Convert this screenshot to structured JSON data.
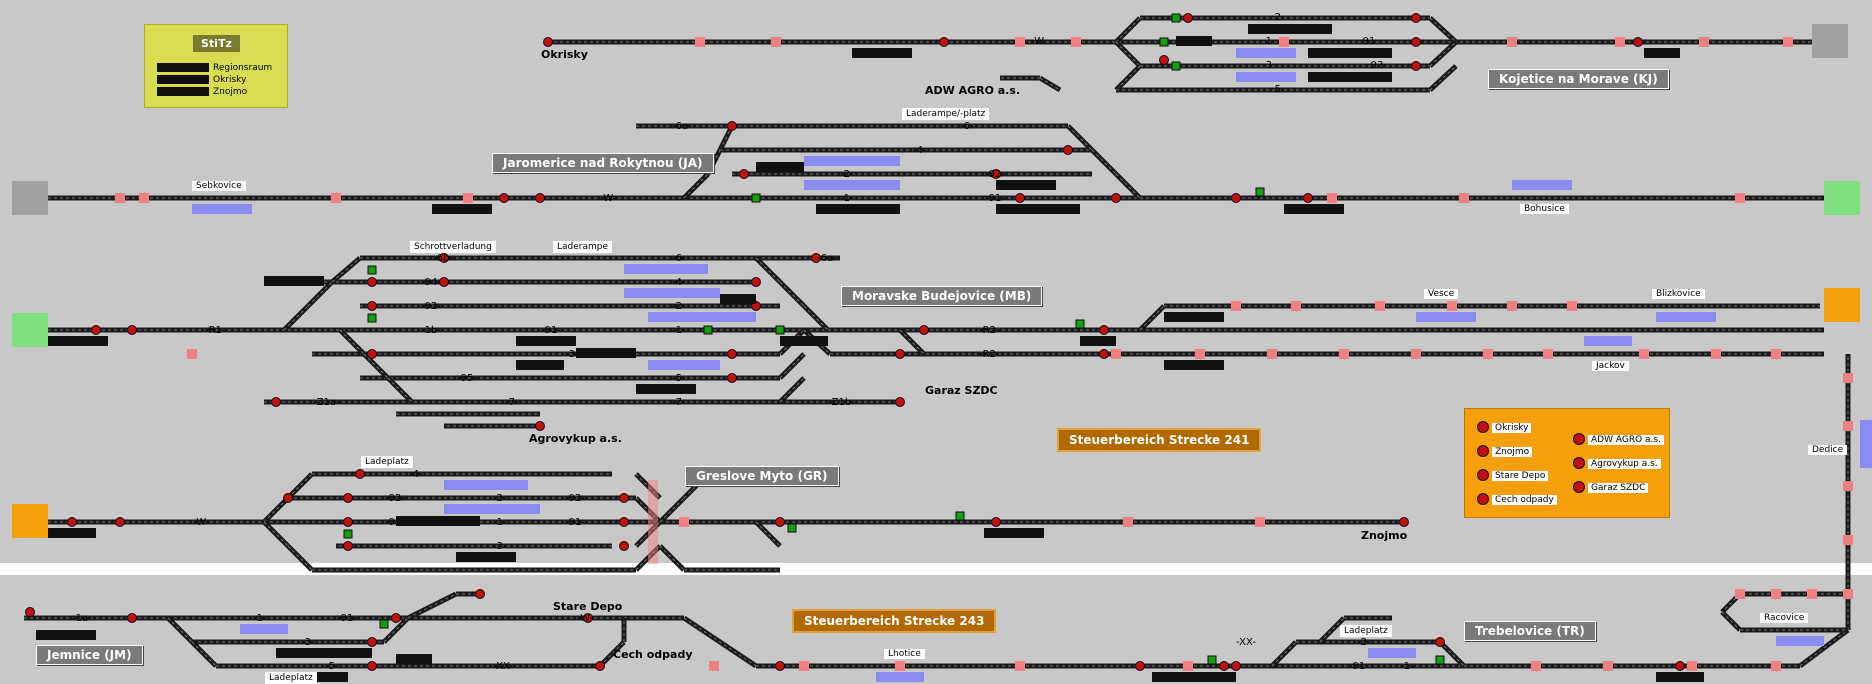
{
  "legend": {
    "title": "StiTz",
    "items": [
      "Regionsraum",
      "Okrisky",
      "Znojmo"
    ]
  },
  "stations": {
    "jaromerice": "Jaromerice nad Rokytnou (JA)",
    "moravske": "Moravske Budejovice (MB)",
    "greslove": "Greslove Myto (GR)",
    "jemnice": "Jemnice (JM)",
    "trebelovice": "Trebelovice (TR)",
    "kojetice": "Kojetice na Morave (KJ)"
  },
  "sections": {
    "s241": "Steuerbereich Strecke 241",
    "s243": "Steuerbereich Strecke 243"
  },
  "places": {
    "okrisky": "Okrisky",
    "adw": "ADW AGRO a.s.",
    "agrovykup": "Agrovykup a.s.",
    "garaz": "Garaz SZDC",
    "znojmo": "Znojmo",
    "stare_depo": "Stare Depo",
    "cech": "Cech odpady"
  },
  "stops": {
    "sebkovice": "Sebkovice",
    "bohusice": "Bohusice",
    "vesce": "Vesce",
    "blizkovice": "Blizkovice",
    "jackov": "Jackov",
    "dedice": "Dedice",
    "racovice": "Racovice",
    "lhotice": "Lhotice"
  },
  "platforms": {
    "laderampe_platz": "Laderampe/-platz",
    "schrottverladung": "Schrottverladung",
    "laderampe": "Laderampe",
    "ladeplatz_gr": "Ladeplatz",
    "ladeplatz_jm": "Ladeplatz",
    "ladeplatz_tr": "Ladeplatz"
  },
  "industry_panel": {
    "left": [
      "Okrisky",
      "Znojmo",
      "Stare Depo",
      "Cech odpady"
    ],
    "right": [
      "ADW AGRO a.s.",
      "Agrovykup a.s.",
      "Garaz SZDC"
    ]
  },
  "track_labels": {
    "kj_w": "-W-",
    "kj_2": "-2-",
    "kj_91": "-91-",
    "kj_1": "-1-",
    "kj_93": "-93-",
    "kj_3": "-3-",
    "kj_5": "-5-",
    "ja_6a": "-6a-",
    "ja_6": "-6-",
    "ja_4": "-4-",
    "ja_2": "-2-",
    "ja_92": "-92-",
    "ja_w": "-W-",
    "ja_1": "-1-",
    "ja_91": "-91-",
    "mb_6b": "-6b-",
    "mb_6": "-6-",
    "mb_6a": "-6a-",
    "mb_94": "-94-",
    "mb_4": "-4-",
    "mb_92": "-92-",
    "mb_2": "-2-",
    "mb_r1": "-R1-",
    "mb_1b": "-1b-",
    "mb_91": "-91-",
    "mb_1": "-1-",
    "mb_r2a": "-R2-",
    "mb_r2b": "-R2-",
    "mb_3": "-3-",
    "mb_95": "-95-",
    "mb_5": "-5-",
    "mb_z1a": "-Z1a-",
    "mb_7a": "-7-",
    "mb_7b": "-7-",
    "mb_z1b": "-Z1b-",
    "gr_4": "-4-",
    "gr_92": "-92-",
    "gr_2": "-2-",
    "gr_92b": "-92-",
    "gr_w": "-W-",
    "gr_91": "-91-",
    "gr_1": "-1-",
    "gr_91b": "-91-",
    "gr_3": "-3-",
    "jm_1a": "-1a-",
    "jm_1": "-1-",
    "jm_91": "-91-",
    "jm_3": "-3-",
    "jm_5": "-5-",
    "jm_w": "-W-",
    "jm_xx": "-XX-",
    "tr_xx": "-XX-",
    "tr_2": "-2-",
    "tr_91": "-91-",
    "tr_1": "-1-"
  },
  "colors": {
    "background": "#c8c8c8",
    "track": "#1a1a1a",
    "signal_red": "#c01010",
    "signal_green": "#10a010",
    "platform_blue": "#8c8cf0",
    "terminal_grey": "#a0a0a0",
    "terminal_green": "#7ee07e",
    "terminal_orange": "#f5a00a",
    "block_marker": "#f08080"
  }
}
